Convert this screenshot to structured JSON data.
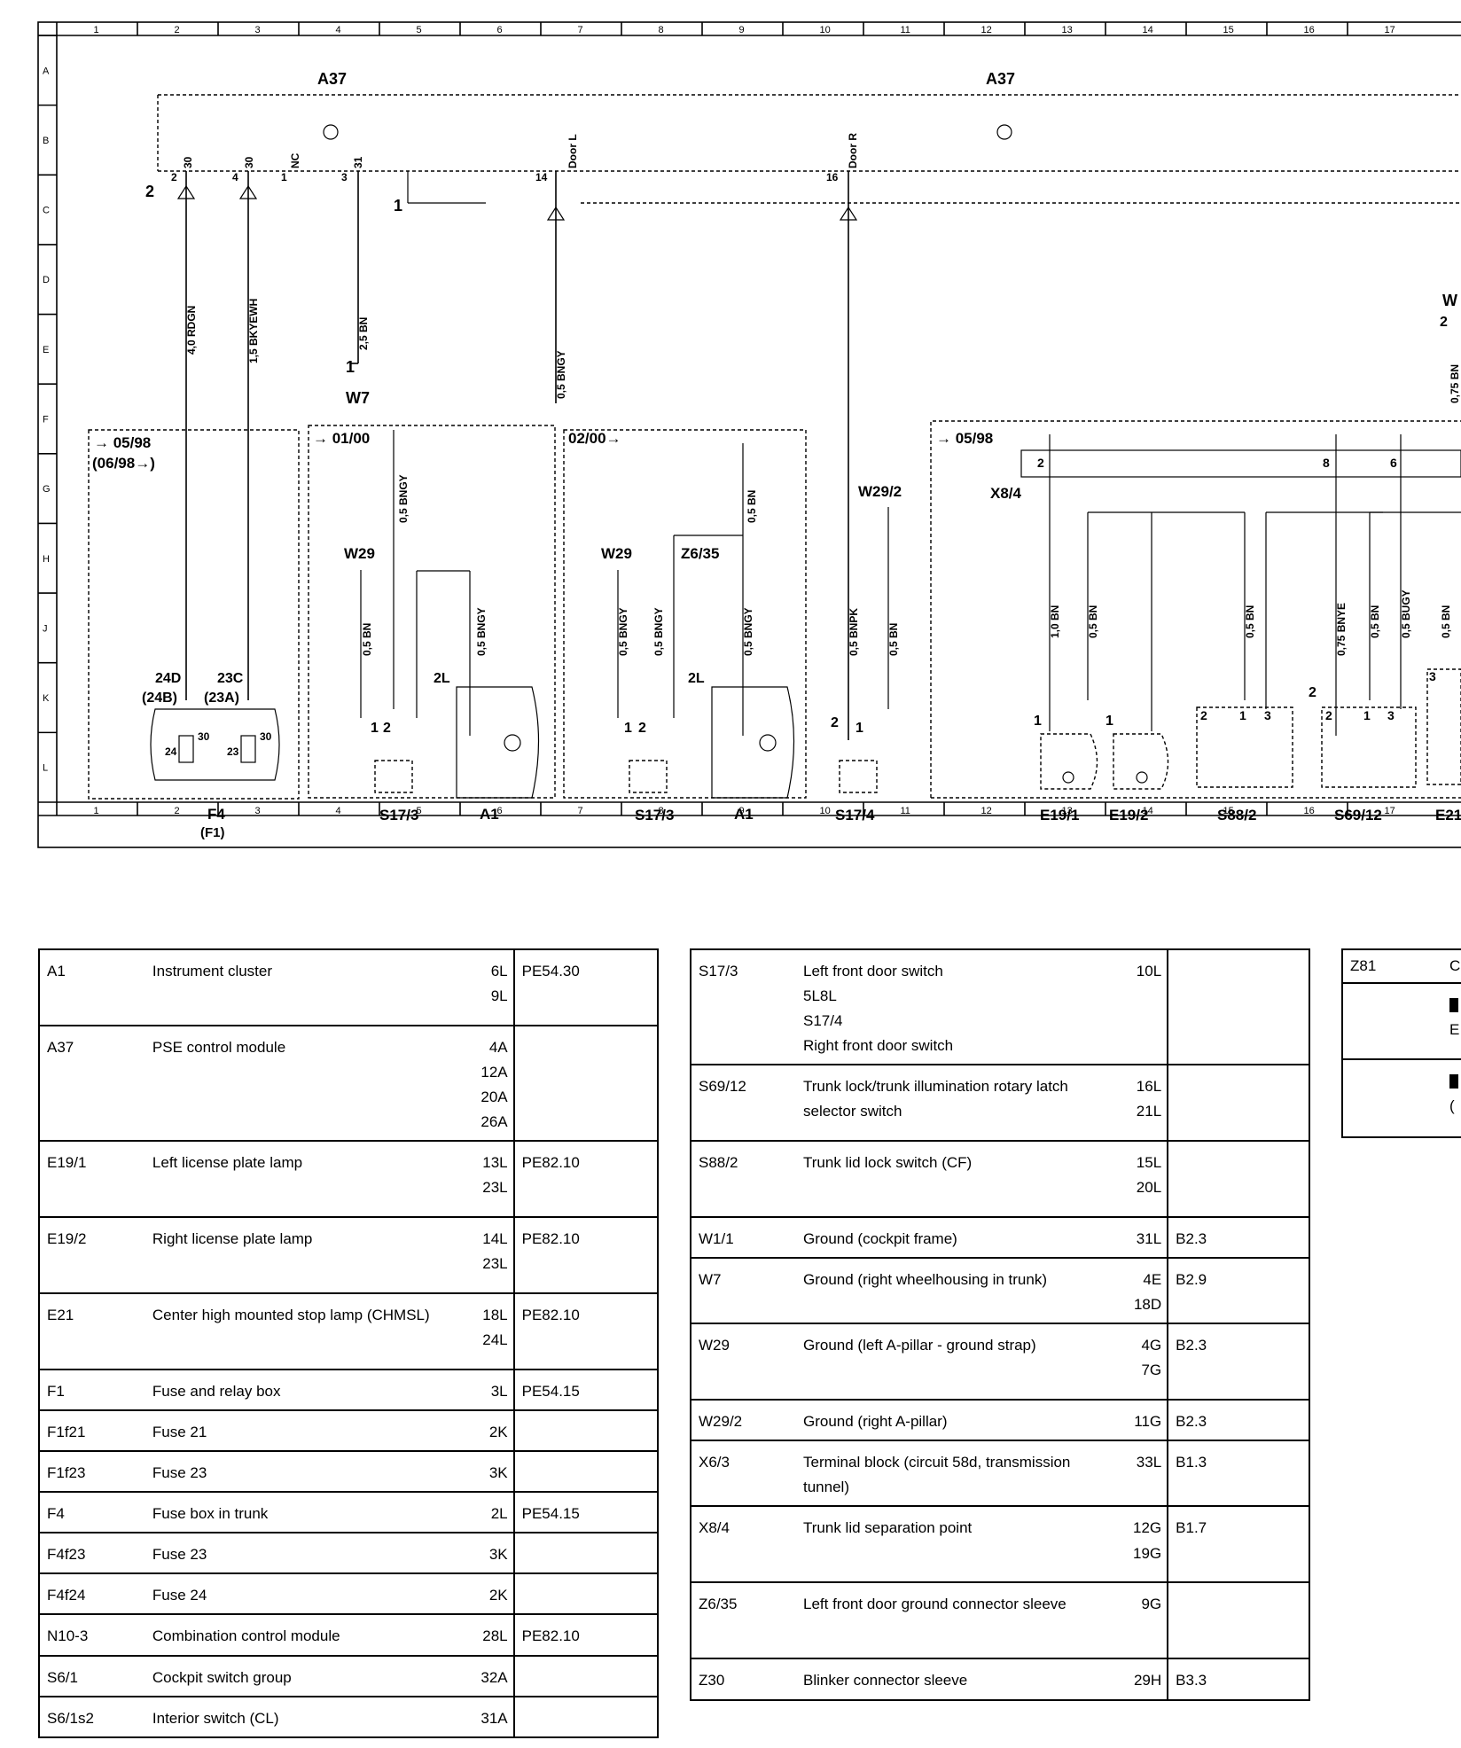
{
  "diagram": {
    "ruler_columns": [
      "1",
      "2",
      "3",
      "4",
      "5",
      "6",
      "7",
      "8",
      "9",
      "10",
      "11",
      "12",
      "13",
      "14",
      "15",
      "16",
      "17"
    ],
    "ruler_rows": [
      "A",
      "B",
      "C",
      "D",
      "E",
      "F",
      "G",
      "H",
      "J",
      "K",
      "L"
    ],
    "modules": {
      "a37_left": "A37",
      "a37_right": "A37"
    },
    "pins": {
      "p2": "2",
      "p4": "4",
      "p1": "1",
      "p3": "3",
      "p14": "14",
      "p16": "16",
      "p2out": "2",
      "p1out": "1"
    },
    "pin_functions": {
      "f30a": "30",
      "f30b": "30",
      "fnc": "NC",
      "f31": "31",
      "fdoorl": "Door L",
      "fdoorr": "Door R"
    },
    "wires": {
      "w1": "4,0 RDGN",
      "w2": "1,5 BKYEWH",
      "w3": "2,5 BN",
      "w4": "0,5 BNGY",
      "w5": "0,5 BNGY",
      "w6": "0,5 BN",
      "w7": "0,5 BNGY",
      "w8": "0,5 BN",
      "w9": "0,5 BNGY",
      "w10": "0,5 BNGY",
      "w11": "0,5 BNGY",
      "w12": "0,5 BNPK",
      "w13": "0,5 BN",
      "w14": "1,0 BN",
      "w15": "0,5 BN",
      "w16": "0,5 BN",
      "w17": "0,75 BNYE",
      "w18": "0,5 BN",
      "w19": "0,5 BUGY",
      "w20": "0,5 BN",
      "w21": "0,75 BN"
    },
    "variants": {
      "v1": "→ 05/98",
      "v1b": "(06/98→)",
      "v2": "→ 01/00",
      "v3": "02/00→",
      "v4": "→ 05/98"
    },
    "grounds": {
      "g1": "W7",
      "g2": "W29",
      "g3": "W29",
      "g4": "W29/2",
      "g5": "W",
      "z635": "Z6/35",
      "x84": "X8/4"
    },
    "fuse": {
      "c1": "24D",
      "c1b": "(24B)",
      "c2": "23C",
      "c2b": "(23A)",
      "name": "F4",
      "name2": "(F1)",
      "n24": "24",
      "n23": "23",
      "n30a": "30",
      "n30b": "30"
    },
    "components": {
      "s173a": "S17/3",
      "a1a": "A1",
      "s173b": "S17/3",
      "a1b": "A1",
      "s174": "S17/4",
      "e191": "E19/1",
      "e192": "E19/2",
      "s882": "S88/2",
      "s6912": "S69/12",
      "e21": "E21"
    },
    "small": {
      "n2l": "2L",
      "n2l2": "2L",
      "n1": "1",
      "n2": "2",
      "n12a": "1",
      "n12b": "2",
      "n2b": "2",
      "n1b": "1",
      "n2c": "2",
      "n1c": "1",
      "n1d": "1",
      "n2d": "2",
      "n1e": "1",
      "n3e": "3",
      "n2e": "2",
      "n1f": "1",
      "n3f": "3",
      "n2g": "2",
      "n8": "8",
      "n6": "6",
      "n2h": "2",
      "n3h": "3",
      "n1i": "1",
      "n1j": "1"
    }
  },
  "legend_left": [
    {
      "code": "A1",
      "desc": "Instrument cluster",
      "coord": [
        "6L",
        "9L"
      ],
      "ref": "PE54.30"
    },
    {
      "code": "A37",
      "desc": "PSE control module",
      "coord": [
        "4A",
        "12A",
        "20A",
        "26A"
      ],
      "ref": ""
    },
    {
      "code": "E19/1",
      "desc": "Left license plate lamp",
      "coord": [
        "13L",
        "23L"
      ],
      "ref": "PE82.10"
    },
    {
      "code": "E19/2",
      "desc": "Right license plate lamp",
      "coord": [
        "14L",
        "23L"
      ],
      "ref": "PE82.10"
    },
    {
      "code": "E21",
      "desc": "Center high mounted stop lamp (CHMSL)",
      "coord": [
        "18L",
        "24L"
      ],
      "ref": "PE82.10"
    },
    {
      "code": "F1",
      "desc": "Fuse and relay box",
      "coord": [
        "3L"
      ],
      "ref": "PE54.15"
    },
    {
      "code": "F1f21",
      "desc": "Fuse 21",
      "coord": [
        "2K"
      ],
      "ref": ""
    },
    {
      "code": "F1f23",
      "desc": "Fuse 23",
      "coord": [
        "3K"
      ],
      "ref": ""
    },
    {
      "code": "F4",
      "desc": "Fuse box in trunk",
      "coord": [
        "2L"
      ],
      "ref": "PE54.15"
    },
    {
      "code": "F4f23",
      "desc": "Fuse 23",
      "coord": [
        "3K"
      ],
      "ref": ""
    },
    {
      "code": "F4f24",
      "desc": "Fuse 24",
      "coord": [
        "2K"
      ],
      "ref": ""
    },
    {
      "code": "N10-3",
      "desc": "Combination control module",
      "coord": [
        "28L"
      ],
      "ref": "PE82.10"
    },
    {
      "code": "S6/1",
      "desc": "Cockpit switch group",
      "coord": [
        "32A"
      ],
      "ref": ""
    },
    {
      "code": "S6/1s2",
      "desc": "Interior switch (CL)",
      "coord": [
        "31A"
      ],
      "ref": ""
    }
  ],
  "legend_right": [
    {
      "code": "S17/3",
      "desc": [
        "Left front door switch",
        "5L8L",
        "S17/4",
        "Right front door switch"
      ],
      "coord": [
        "10L"
      ],
      "ref": ""
    },
    {
      "code": "S69/12",
      "desc": [
        "Trunk lock/trunk illumination rotary latch selector switch"
      ],
      "coord": [
        "16L",
        "21L"
      ],
      "ref": ""
    },
    {
      "code": "S88/2",
      "desc": [
        "Trunk lid lock switch (CF)"
      ],
      "coord": [
        "15L",
        "20L"
      ],
      "ref": ""
    },
    {
      "code": "W1/1",
      "desc": [
        "Ground (cockpit frame)"
      ],
      "coord": [
        "31L"
      ],
      "ref": "B2.3"
    },
    {
      "code": "W7",
      "desc": [
        "Ground (right wheelhousing in trunk)"
      ],
      "coord": [
        "4E",
        "18D"
      ],
      "ref": "B2.9"
    },
    {
      "code": "W29",
      "desc": [
        "Ground (left A-pillar - ground strap)"
      ],
      "coord": [
        "4G",
        "7G"
      ],
      "ref": "B2.3"
    },
    {
      "code": "W29/2",
      "desc": [
        "Ground (right A-pillar)"
      ],
      "coord": [
        "11G"
      ],
      "ref": "B2.3"
    },
    {
      "code": "X6/3",
      "desc": [
        "Terminal block (circuit 58d, transmission tunnel)"
      ],
      "coord": [
        "33L"
      ],
      "ref": "B1.3"
    },
    {
      "code": "X8/4",
      "desc": [
        "Trunk lid separation point"
      ],
      "coord": [
        "12G",
        "19G"
      ],
      "ref": "B1.7"
    },
    {
      "code": "Z6/35",
      "desc": [
        "Left front door ground connector sleeve"
      ],
      "coord": [
        "9G"
      ],
      "ref": ""
    },
    {
      "code": "Z30",
      "desc": [
        "Blinker connector sleeve"
      ],
      "coord": [
        "29H"
      ],
      "ref": "B3.3"
    }
  ],
  "legend_third": {
    "code": "Z81",
    "c1": "C",
    "c2": "E",
    "c3": "("
  }
}
